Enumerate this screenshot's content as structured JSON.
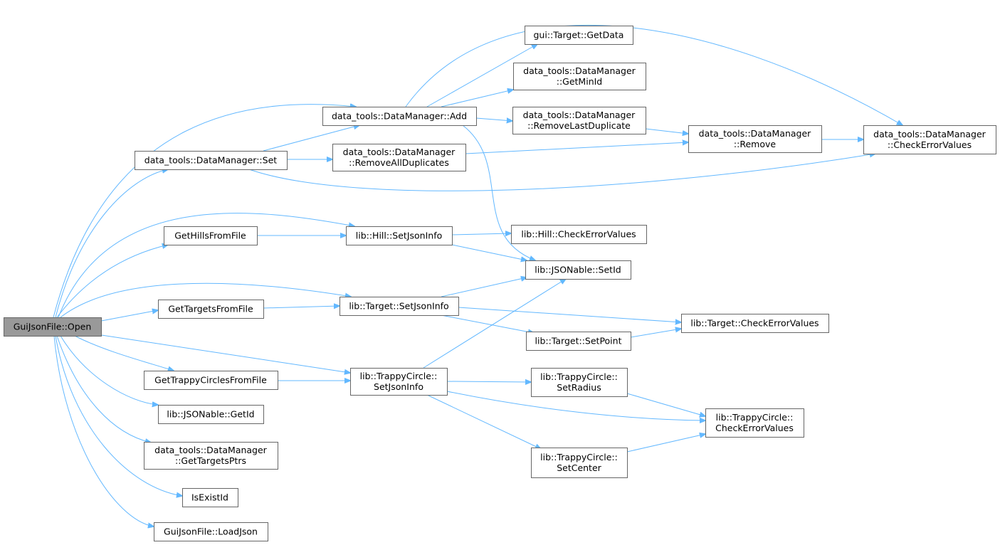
{
  "nodes": {
    "open": [
      "GuiJsonFile::Open"
    ],
    "dm_add": [
      "data_tools::DataManager::Add"
    ],
    "dm_set": [
      "data_tools::DataManager::Set"
    ],
    "get_hills": [
      "GetHillsFromFile"
    ],
    "get_targets": [
      "GetTargetsFromFile"
    ],
    "get_trappy": [
      "GetTrappyCirclesFromFile"
    ],
    "json_getid": [
      "lib::JSONable::GetId"
    ],
    "dm_get_targets_ptrs": [
      "data_tools::DataManager",
      "::GetTargetsPtrs"
    ],
    "is_exist_id": [
      "IsExistId"
    ],
    "load_json": [
      "GuiJsonFile::LoadJson"
    ],
    "gui_target_getdata": [
      "gui::Target::GetData"
    ],
    "dm_get_min_id": [
      "data_tools::DataManager",
      "::GetMinId"
    ],
    "dm_remove_last_dup": [
      "data_tools::DataManager",
      "::RemoveLastDuplicate"
    ],
    "dm_remove_all_dup": [
      "data_tools::DataManager",
      "::RemoveAllDuplicates"
    ],
    "dm_remove": [
      "data_tools::DataManager",
      "::Remove"
    ],
    "dm_check": [
      "data_tools::DataManager",
      "::CheckErrorValues"
    ],
    "hill_set_json": [
      "lib::Hill::SetJsonInfo"
    ],
    "hill_check": [
      "lib::Hill::CheckErrorValues"
    ],
    "json_setid": [
      "lib::JSONable::SetId"
    ],
    "target_set_json": [
      "lib::Target::SetJsonInfo"
    ],
    "target_check": [
      "lib::Target::CheckErrorValues"
    ],
    "target_set_point": [
      "lib::Target::SetPoint"
    ],
    "trappy_set_json": [
      "lib::TrappyCircle::",
      "SetJsonInfo"
    ],
    "trappy_set_radius": [
      "lib::TrappyCircle::",
      "SetRadius"
    ],
    "trappy_check": [
      "lib::TrappyCircle::",
      "CheckErrorValues"
    ],
    "trappy_set_center": [
      "lib::TrappyCircle::",
      "SetCenter"
    ]
  },
  "edges": [
    [
      "open",
      "dm_add"
    ],
    [
      "open",
      "dm_set"
    ],
    [
      "open",
      "get_hills"
    ],
    [
      "open",
      "hill_set_json"
    ],
    [
      "open",
      "get_targets"
    ],
    [
      "open",
      "target_set_json"
    ],
    [
      "open",
      "trappy_set_json"
    ],
    [
      "open",
      "get_trappy"
    ],
    [
      "open",
      "json_getid"
    ],
    [
      "open",
      "dm_get_targets_ptrs"
    ],
    [
      "open",
      "is_exist_id"
    ],
    [
      "open",
      "load_json"
    ],
    [
      "dm_add",
      "gui_target_getdata"
    ],
    [
      "dm_add",
      "dm_get_min_id"
    ],
    [
      "dm_add",
      "dm_remove_last_dup"
    ],
    [
      "dm_add",
      "dm_check"
    ],
    [
      "dm_add",
      "json_setid"
    ],
    [
      "dm_set",
      "dm_add"
    ],
    [
      "dm_set",
      "dm_remove_all_dup"
    ],
    [
      "dm_set",
      "dm_check"
    ],
    [
      "dm_remove_last_dup",
      "dm_remove"
    ],
    [
      "dm_remove_all_dup",
      "dm_remove"
    ],
    [
      "dm_remove",
      "dm_check"
    ],
    [
      "get_hills",
      "hill_set_json"
    ],
    [
      "hill_set_json",
      "hill_check"
    ],
    [
      "hill_set_json",
      "json_setid"
    ],
    [
      "get_targets",
      "target_set_json"
    ],
    [
      "target_set_json",
      "json_setid"
    ],
    [
      "target_set_json",
      "target_check"
    ],
    [
      "target_set_json",
      "target_set_point"
    ],
    [
      "target_set_point",
      "target_check"
    ],
    [
      "get_trappy",
      "trappy_set_json"
    ],
    [
      "trappy_set_json",
      "json_setid"
    ],
    [
      "trappy_set_json",
      "trappy_set_radius"
    ],
    [
      "trappy_set_json",
      "trappy_check"
    ],
    [
      "trappy_set_json",
      "trappy_set_center"
    ],
    [
      "trappy_set_radius",
      "trappy_check"
    ],
    [
      "trappy_set_center",
      "trappy_check"
    ]
  ],
  "colors": {
    "edge": "#63b8ff",
    "node_border": "#666666",
    "root_fill": "#999999",
    "node_fill": "#ffffff"
  }
}
